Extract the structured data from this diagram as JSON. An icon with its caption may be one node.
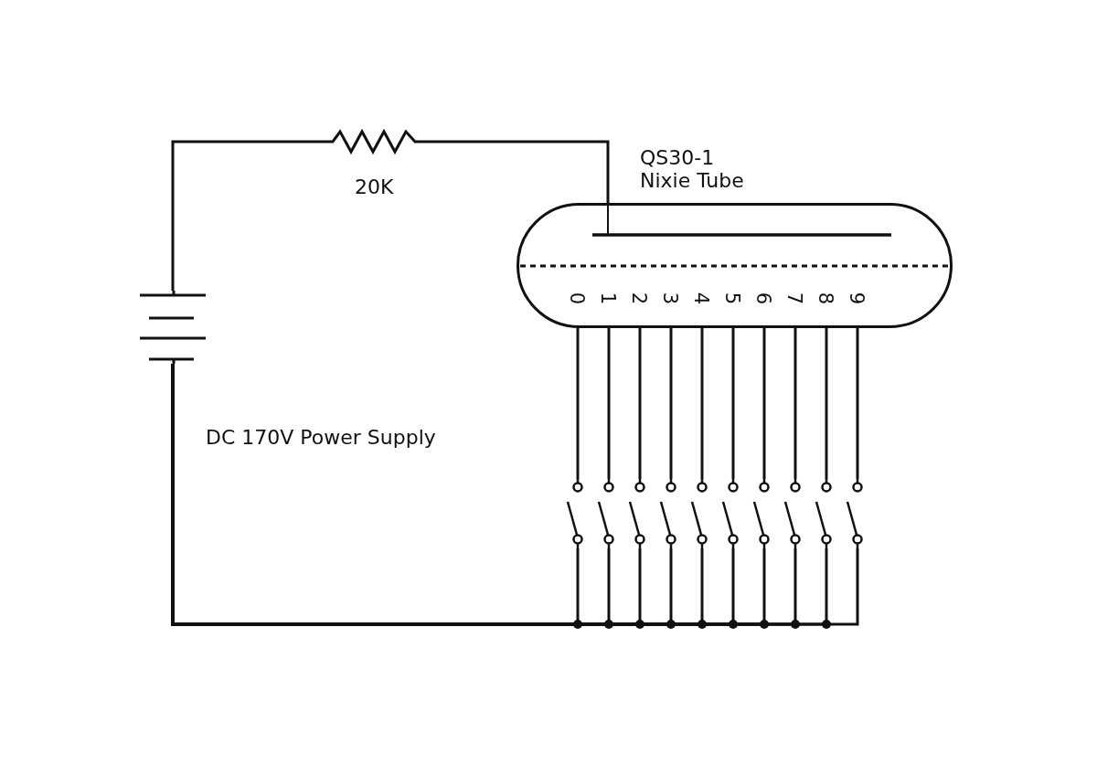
{
  "diagram": {
    "nodes": [
      {
        "text": [],
        "shape": "battery"
      },
      {
        "text": [],
        "shape": "resistor",
        "beside": [
          "20K"
        ]
      },
      {
        "text": [
          "QS30-1 Nixie Tube",
          "0",
          "1",
          "2",
          "3",
          "4",
          "5",
          "6",
          "7",
          "8",
          "9"
        ]
      },
      {
        "text": [],
        "shape": "switch"
      },
      {
        "text": [],
        "shape": "switch"
      },
      {
        "text": [],
        "shape": "switch"
      },
      {
        "text": [],
        "shape": "switch"
      },
      {
        "text": [],
        "shape": "switch"
      },
      {
        "text": [],
        "shape": "switch"
      },
      {
        "text": [],
        "shape": "switch"
      },
      {
        "text": [],
        "shape": "switch"
      },
      {
        "text": [],
        "shape": "switch"
      },
      {
        "text": [],
        "shape": "switch"
      }
    ],
    "edges": [
      {
        "from": 0,
        "to": 1,
        "arrow": "none"
      },
      {
        "from": 1,
        "to": 2,
        "arrow": "none"
      },
      {
        "from": 2,
        "to": 3,
        "arrow": "none"
      },
      {
        "from": 2,
        "to": 4,
        "arrow": "none"
      },
      {
        "from": 2,
        "to": 5,
        "arrow": "none"
      },
      {
        "from": 2,
        "to": 6,
        "arrow": "none"
      },
      {
        "from": 2,
        "to": 7,
        "arrow": "none"
      },
      {
        "from": 2,
        "to": 8,
        "arrow": "none"
      },
      {
        "from": 2,
        "to": 9,
        "arrow": "none"
      },
      {
        "from": 2,
        "to": 10,
        "arrow": "none"
      },
      {
        "from": 2,
        "to": 11,
        "arrow": "none"
      },
      {
        "from": 2,
        "to": 12,
        "arrow": "none"
      },
      {
        "from": 3,
        "to": 0,
        "arrow": "none"
      },
      {
        "from": 4,
        "to": 0,
        "arrow": "none"
      },
      {
        "from": 5,
        "to": 0,
        "arrow": "none"
      },
      {
        "from": 6,
        "to": 0,
        "arrow": "none"
      },
      {
        "from": 7,
        "to": 0,
        "arrow": "none"
      },
      {
        "from": 8,
        "to": 0,
        "arrow": "none"
      },
      {
        "from": 9,
        "to": 0,
        "arrow": "none"
      },
      {
        "from": 10,
        "to": 0,
        "arrow": "none"
      },
      {
        "from": 11,
        "to": 0,
        "arrow": "none"
      },
      {
        "from": 12,
        "to": 0,
        "arrow": "none"
      }
    ],
    "labels": [
      "DC 170V Power Supply"
    ]
  }
}
